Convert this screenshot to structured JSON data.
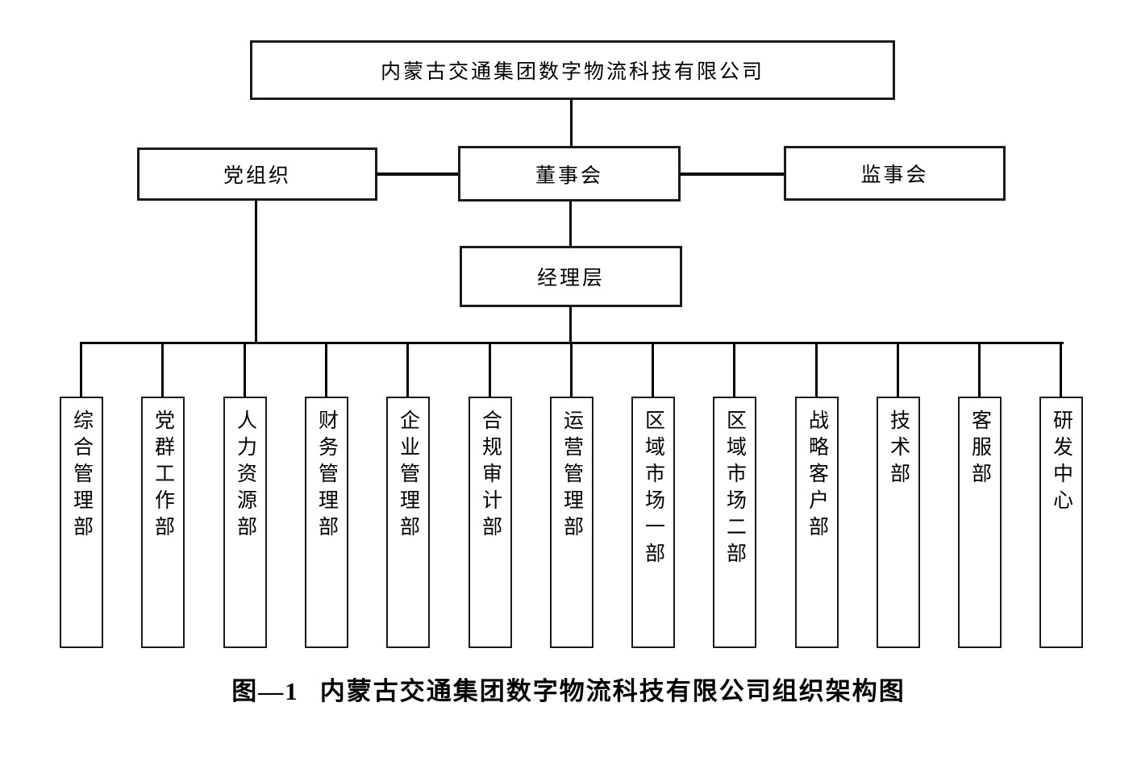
{
  "org_chart": {
    "root": {
      "label": "内蒙古交通集团数字物流科技有限公司"
    },
    "governance": {
      "party": {
        "label": "党组织"
      },
      "board": {
        "label": "董事会"
      },
      "supervisory": {
        "label": "监事会"
      }
    },
    "management": {
      "label": "经理层"
    },
    "departments": [
      "综合管理部",
      "党群工作部",
      "人力资源部",
      "财务管理部",
      "企业管理部",
      "合规审计部",
      "运营管理部",
      "区域市场一部",
      "区域市场二部",
      "战略客户部",
      "技术部",
      "客服部",
      "研发中心"
    ]
  },
  "caption": {
    "figure_label": "图—1",
    "title": "内蒙古交通集团数字物流科技有限公司组织架构图"
  },
  "colors": {
    "line": "#000000",
    "border": "#1a1a1a",
    "background": "#ffffff",
    "text": "#000000"
  }
}
